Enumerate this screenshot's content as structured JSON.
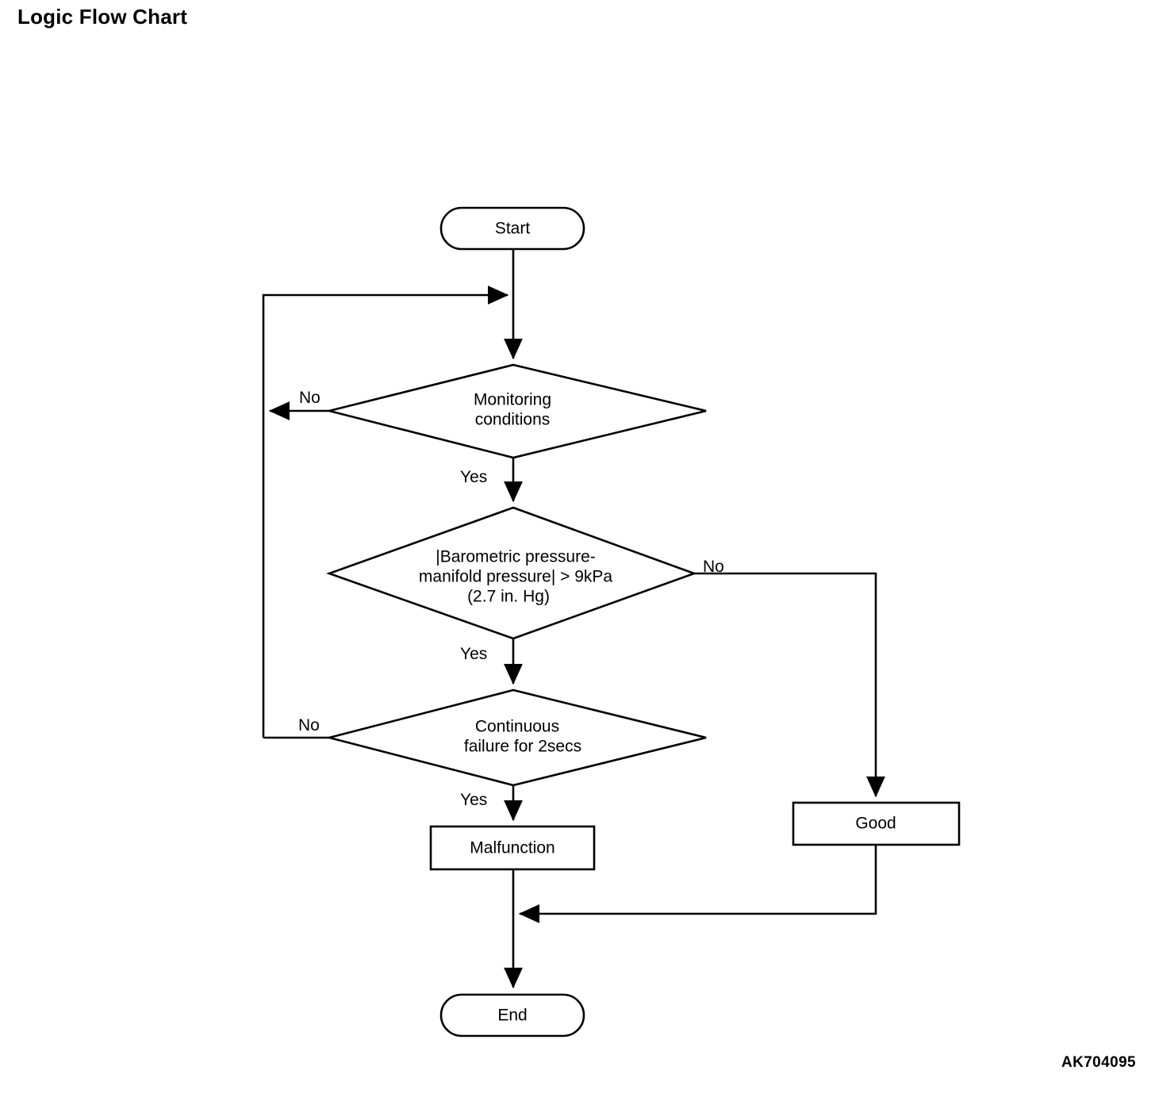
{
  "page": {
    "title": "Logic Flow Chart",
    "reference_code": "AK704095",
    "background_color": "#ffffff",
    "line_color": "#000000"
  },
  "chart_data": {
    "type": "diagram",
    "diagram_kind": "flowchart",
    "title": "Logic Flow Chart",
    "nodes": [
      {
        "id": "start",
        "shape": "terminator",
        "label": "Start"
      },
      {
        "id": "monitoring",
        "shape": "decision",
        "label": "Monitoring\nconditions",
        "lines": [
          "Monitoring",
          "conditions"
        ]
      },
      {
        "id": "pressure",
        "shape": "decision",
        "label": "|Barometric pressure-manifold pressure| > 9kPa (2.7 in. Hg)",
        "lines": [
          "|Barometric pressure-",
          "manifold pressure| > 9kPa",
          "(2.7 in. Hg)"
        ]
      },
      {
        "id": "continuous",
        "shape": "decision",
        "label": "Continuous\nfailure for 2secs",
        "lines": [
          "Continuous",
          "failure for 2secs"
        ]
      },
      {
        "id": "malfunction",
        "shape": "process",
        "label": "Malfunction"
      },
      {
        "id": "good",
        "shape": "process",
        "label": "Good"
      },
      {
        "id": "end",
        "shape": "terminator",
        "label": "End"
      }
    ],
    "edges": [
      {
        "from": "start",
        "to": "monitoring",
        "label": ""
      },
      {
        "from": "monitoring",
        "to": "monitoring",
        "label": "No",
        "route": "left-loop-back"
      },
      {
        "from": "monitoring",
        "to": "pressure",
        "label": "Yes"
      },
      {
        "from": "pressure",
        "to": "good",
        "label": "No",
        "route": "right-down"
      },
      {
        "from": "pressure",
        "to": "continuous",
        "label": "Yes"
      },
      {
        "from": "continuous",
        "to": "monitoring",
        "label": "No",
        "route": "left-loop-back"
      },
      {
        "from": "continuous",
        "to": "malfunction",
        "label": "Yes"
      },
      {
        "from": "malfunction",
        "to": "end",
        "label": ""
      },
      {
        "from": "good",
        "to": "end",
        "label": "",
        "route": "down-left-merge"
      }
    ]
  },
  "labels": {
    "start": "Start",
    "monitoring_line1": "Monitoring",
    "monitoring_line2": "conditions",
    "pressure_line1": "|Barometric pressure-",
    "pressure_line2": "manifold pressure| > 9kPa",
    "pressure_line3": "(2.7 in. Hg)",
    "continuous_line1": "Continuous",
    "continuous_line2": "failure for 2secs",
    "malfunction": "Malfunction",
    "good": "Good",
    "end": "End",
    "no_monitoring": "No",
    "yes_monitoring": "Yes",
    "no_pressure": "No",
    "yes_pressure": "Yes",
    "no_continuous": "No",
    "yes_continuous": "Yes"
  }
}
